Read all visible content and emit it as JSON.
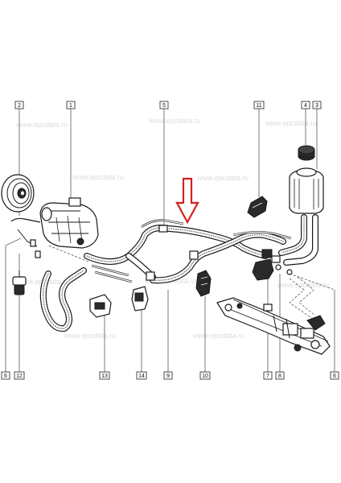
{
  "watermark": "www.epcdata.ru",
  "callouts": {
    "top": [
      "2",
      "1",
      "5",
      "11",
      "4",
      "3"
    ],
    "bottom": [
      "6",
      "12",
      "13",
      "14",
      "9",
      "10",
      "7",
      "8",
      "6"
    ]
  },
  "arrow": {
    "color": "#d42020"
  }
}
